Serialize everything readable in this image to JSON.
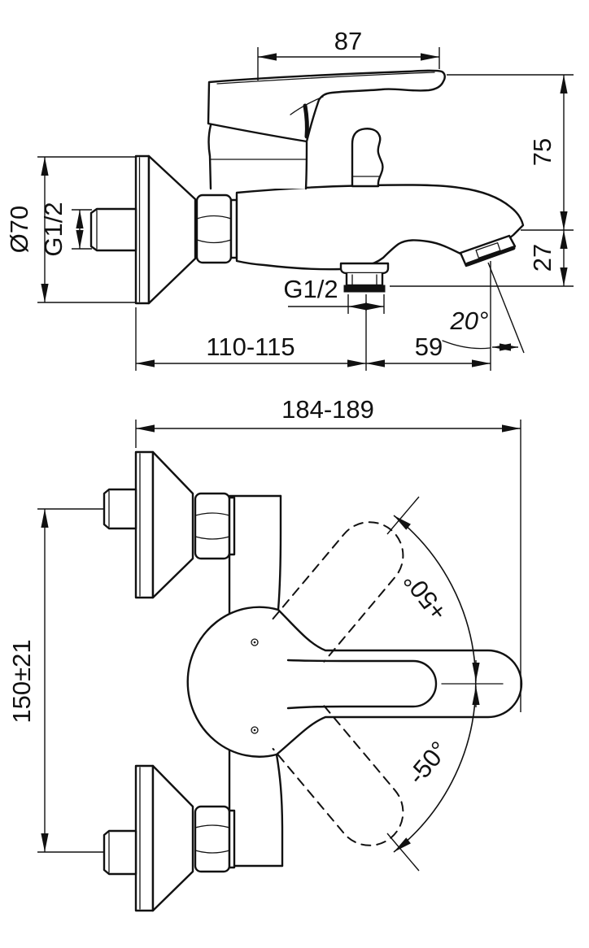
{
  "drawing": {
    "type": "technical-dimension-drawing",
    "subject": "Wall-mounted single-lever bath and shower mixer tap",
    "units": "mm",
    "background_color": "#ffffff",
    "line_color": "#111111",
    "views": [
      {
        "id": "side-elevation",
        "dims": {
          "handle_length": "87",
          "handle_top_to_spout_underside": "75",
          "spout_underside_to_outlet": "27",
          "escutcheon_diameter": "Ø70",
          "wall_inlet_thread": "G1/2",
          "shower_outlet_thread": "G1/2",
          "wall_to_outlet_center": "110-115",
          "outlet_center_to_spout_tip": "59",
          "spout_tip_angle": "20°"
        }
      },
      {
        "id": "plan-view",
        "dims": {
          "overall_depth": "184-189",
          "inlet_center_distance": "150±21",
          "handle_swing_positive": "+50°",
          "handle_swing_negative": "-50°"
        }
      }
    ]
  }
}
